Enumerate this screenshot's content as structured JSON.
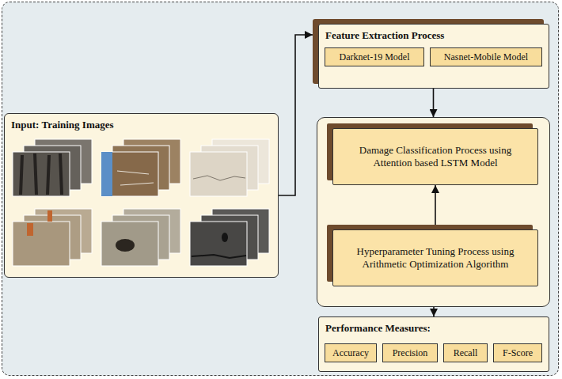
{
  "diagram": {
    "nodes": [
      {
        "text": [
          "Input: Training Images"
        ]
      },
      {
        "text": [
          "Feature Extraction Process"
        ]
      },
      {
        "text": [
          "Darknet-19 Model"
        ],
        "in": 1
      },
      {
        "text": [
          "Nasnet-Mobile Model"
        ],
        "in": 1
      },
      {
        "text": []
      },
      {
        "text": [
          "Damage Classification Process using Attention based LSTM Model"
        ],
        "in": 4
      },
      {
        "text": [
          "Hyperparameter Tuning Process using Arithmetic Optimization Algorithm"
        ],
        "in": 4
      },
      {
        "text": [
          "Performance Measures:"
        ]
      },
      {
        "text": [
          "Accuracy"
        ],
        "in": 7
      },
      {
        "text": [
          "Precision"
        ],
        "in": 7
      },
      {
        "text": [
          "Recall"
        ],
        "in": 7
      },
      {
        "text": [
          "F-Score"
        ],
        "in": 7
      }
    ],
    "edges": [
      {
        "from": 0,
        "to": 1,
        "arrow": "to"
      },
      {
        "from": 1,
        "to": 4,
        "arrow": "to"
      },
      {
        "from": 6,
        "to": 5,
        "arrow": "to"
      },
      {
        "from": 4,
        "to": 7,
        "arrow": "to"
      }
    ]
  }
}
